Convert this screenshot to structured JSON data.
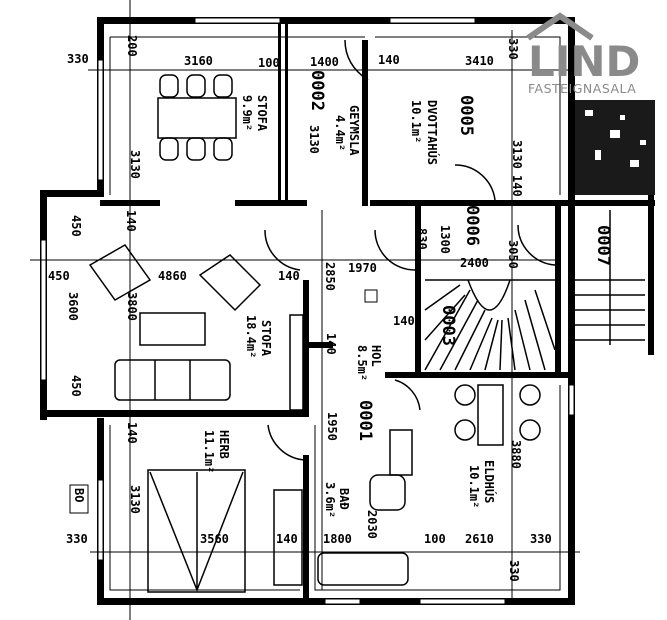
{
  "logo": {
    "name": "LIND",
    "subtitle": "FASTEIGNASALA"
  },
  "rooms": {
    "stofa_small": {
      "name": "STOFA",
      "area": "9.9m²"
    },
    "geymsla": {
      "name": "GEYMSLA",
      "area": "4.4m²",
      "number": "0002"
    },
    "dvottahus": {
      "name": "DVOTTAHÚS",
      "area": "10.1m²",
      "number": "0005"
    },
    "stofa_large": {
      "name": "STOFA",
      "area": "18.4m²"
    },
    "hol": {
      "name": "HOL",
      "area": "8.5m²",
      "number": "0001"
    },
    "stair": {
      "number": "0003"
    },
    "entry": {
      "number": "0006"
    },
    "outside_stairs": {
      "number": "0007"
    },
    "herb": {
      "name": "HERB",
      "area": "11.1m²"
    },
    "bad": {
      "name": "BAÐ",
      "area": "3.6m²"
    },
    "eldhus": {
      "name": "ELDHÚS",
      "area": "10.1m²"
    },
    "bo_tag": "BO"
  },
  "dims": {
    "top": [
      "330",
      "3160",
      "100",
      "1400",
      "140",
      "3410",
      "330",
      "200",
      "3130",
      "3130",
      "3130",
      "140"
    ],
    "mid": [
      "450",
      "140",
      "450",
      "4860",
      "140",
      "2850",
      "1970",
      "830",
      "1300",
      "2400",
      "3050",
      "3600",
      "3800",
      "140",
      "140",
      "450"
    ],
    "bot": [
      "140",
      "1950",
      "3130",
      "330",
      "3560",
      "140",
      "1800",
      "2030",
      "100",
      "2610",
      "330",
      "330",
      "3880"
    ]
  }
}
